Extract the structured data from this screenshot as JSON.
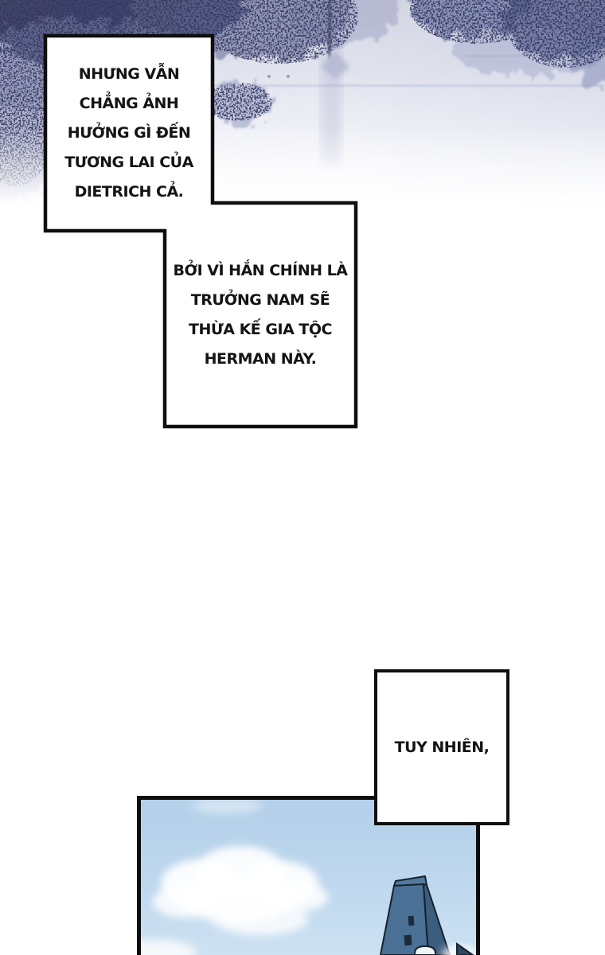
{
  "speech": {
    "box1": {
      "lines": [
        "NHƯNG VẪN",
        "CHẲNG ẢNH",
        "HƯỞNG GÌ ĐẾN",
        "TƯƠNG LAI CỦA",
        "DIETRICH CẢ."
      ]
    },
    "box2": {
      "lines": [
        "BỞI VÌ HẮN CHÍNH LÀ",
        "TRƯỞNG NAM SẼ",
        "THỪA KẾ GIA TỘC",
        "HERMAN NÀY."
      ]
    },
    "box3": {
      "line": "TUY NHIÊN,"
    }
  },
  "colors": {
    "ink": "#111111",
    "paper": "#ffffff",
    "wash_dark_indigo": "#363a60",
    "wash_mid_lavender": "#8e93bb",
    "sky_blue": "#b7d2ea",
    "cloud_white": "#ffffff",
    "tower_blue_light": "#4b7095",
    "tower_blue_dark": "#3c5e7e"
  }
}
